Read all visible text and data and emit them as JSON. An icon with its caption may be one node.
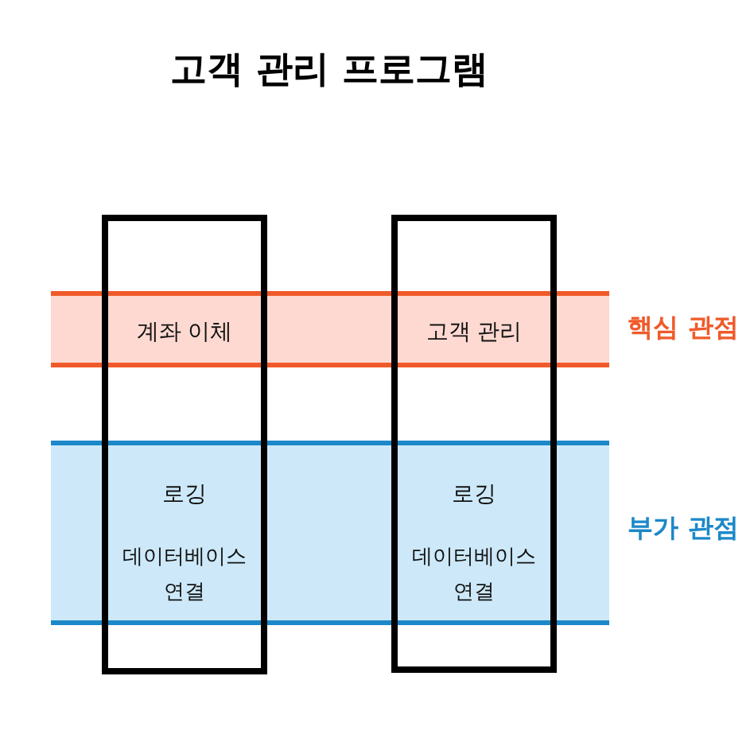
{
  "diagram": {
    "title": "고객 관리 프로그램",
    "nodes": [
      {
        "text": [],
        "shape": "box"
      },
      {
        "text": [],
        "shape": "box"
      },
      {
        "text": [
          "핵심 관점"
        ]
      },
      {
        "text": [
          "부가 관점"
        ]
      }
    ],
    "labels": [
      "계좌 이체",
      "고객 관리",
      "로깅",
      "데이터베이스 연결",
      "로깅",
      "데이터베이스 연결"
    ]
  }
}
